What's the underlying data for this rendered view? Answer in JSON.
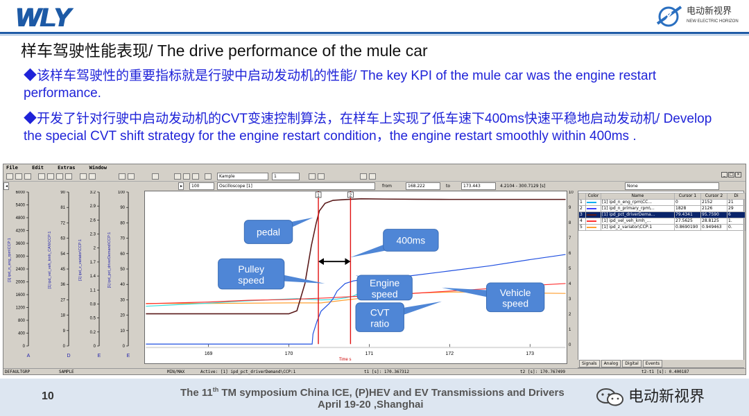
{
  "header": {
    "logo": "WLY",
    "partner_name": "电动新视界",
    "partner_sub": "NEW ELECTRIC HORIZON"
  },
  "slide": {
    "title": "样车驾驶性能表现/ The drive performance of the mule car",
    "bullet1": "◆该样车驾驶性的重要指标就是行驶中启动发动机的性能/ The key KPI of the mule car was the engine restart performance.",
    "bullet2": "◆开发了针对行驶中启动发动机的CVT变速控制算法，在样车上实现了低车速下400ms快速平稳地启动发动机/ Develop the special CVT shift  strategy for the engine restart condition，the engine restart smoothly within 400ms ."
  },
  "app": {
    "menu": [
      "File",
      "Edit",
      "Extras",
      "Window"
    ],
    "sample_mode": "Kample",
    "sample_count": "1",
    "zoom_value": "100",
    "scope_name": "Oscilloscope [1]",
    "from_label": "from",
    "from_value": "168.222",
    "to_label": "to",
    "to_value": "173.443",
    "range_text": "4.2104 - 300.7129 [s]",
    "filter_value": "None",
    "signal_table": {
      "headers": [
        "",
        "Color",
        "Name",
        "Cursor 1",
        "Cursor 2",
        "Di"
      ],
      "rows": [
        {
          "idx": "1",
          "color": "#00b0f0",
          "name": "[1] ipd_n_eng_rpm\\CC...",
          "c1": "0",
          "c2": "2152",
          "d": "21"
        },
        {
          "idx": "2",
          "color": "#4040ff",
          "name": "[1] ipd_n_primary_rpm\\...",
          "c1": "1828",
          "c2": "2126",
          "d": "29"
        },
        {
          "idx": "3",
          "color": "#5a1a1a",
          "name": "[1] ipd_pct_driverDema...",
          "c1": "79.4341",
          "c2": "95.7590",
          "d": "6"
        },
        {
          "idx": "4",
          "color": "#ff3030",
          "name": "[1] ipd_vel_veh_kmh_...",
          "c1": "27.5625",
          "c2": "28.8125",
          "d": "1."
        },
        {
          "idx": "5",
          "color": "#ff9f30",
          "name": "[1] ipd_z_variator\\CCP:1",
          "c1": "0.8690190",
          "c2": "0.949463",
          "d": "0."
        }
      ]
    },
    "tabs": [
      "Signals",
      "Analog",
      "Digital",
      "Events"
    ],
    "status": {
      "group": "DEFAULTGRP",
      "mode": "SAMPLE",
      "minmax": "MIN/MAX",
      "active": "Active: [1] ipd_pct_driverDemand\\CCP:1",
      "t1": "t1 [s]: 170.367312",
      "t2": "t2 [s]: 170.767499",
      "dt": "t2-t1 [s]: 0.400187"
    }
  },
  "chart_data": {
    "type": "line",
    "title": "",
    "xlabel": "Time s",
    "x_range": [
      168.222,
      173.443
    ],
    "x_ticks": [
      169,
      170,
      171,
      172,
      173
    ],
    "cursors": [
      {
        "label": "1",
        "x": 170.367
      },
      {
        "label": "2",
        "x": 170.767
      }
    ],
    "y_axes": [
      {
        "letter": "A",
        "label": "[1] ipd_n_eng_rpm\\CCP:1",
        "ticks": [
          0,
          200,
          400,
          600,
          800,
          1000,
          1200,
          1400,
          1600,
          1800,
          2000,
          2200,
          2400,
          2600,
          2800,
          3000,
          3200,
          3400,
          3600,
          3800,
          4000,
          4200,
          4400,
          4600,
          4800,
          5000,
          5200,
          5400,
          5600,
          5800,
          6000
        ],
        "tick_labels": [
          "0",
          "400",
          "800",
          "1200",
          "1600",
          "2000",
          "2400",
          "3000",
          "3600",
          "4200",
          "4800",
          "5400",
          "6000"
        ],
        "range": [
          0,
          6000
        ]
      },
      {
        "letter": "D",
        "label": "[1] ipd_vel_veh_kmh_CAN\\CCP:1",
        "tick_labels": [
          "0",
          "9",
          "18",
          "27",
          "36",
          "45",
          "54",
          "63",
          "72",
          "81",
          "90"
        ],
        "range": [
          0,
          90
        ]
      },
      {
        "letter": "E",
        "label": "[1] ipd_z_variator\\CCP:1",
        "tick_labels": [
          "0",
          "0.2",
          "0.5",
          "0.8",
          "1.1",
          "1.4",
          "1.7",
          "2",
          "2.3",
          "2.6",
          "2.9",
          "3.2"
        ],
        "range": [
          0,
          3.2
        ]
      },
      {
        "letter": "E",
        "label": "[1] ipd_pct_driverDemand\\CCP:1",
        "tick_labels": [
          "0",
          "10",
          "20",
          "30",
          "40",
          "50",
          "60",
          "70",
          "80",
          "90",
          "100"
        ],
        "range": [
          0,
          100
        ]
      }
    ],
    "right_axis_ticks": [
      "0",
      "1",
      "2",
      "3",
      "4",
      "5",
      "6",
      "7",
      "8",
      "9",
      "10"
    ],
    "y_tick_positions": [
      "0",
      "200",
      "400",
      "600",
      "800",
      "1000",
      "1200",
      "1400",
      "1600",
      "1800",
      "2000",
      "2200",
      "2400",
      "2600",
      "2800",
      "3000",
      "3200",
      "3400",
      "3600",
      "3800",
      "4000",
      "4200",
      "4400",
      "4600",
      "4800",
      "5000",
      "5200",
      "5400",
      "5600",
      "5800",
      "6000"
    ],
    "series": [
      {
        "name": "pedal",
        "color": "#5a1a1a",
        "x": [
          168.222,
          170.0,
          170.1,
          170.2,
          170.28,
          170.34,
          170.38,
          170.45,
          170.55,
          170.7,
          170.9,
          171.2,
          171.6,
          172.0,
          172.5,
          173.0,
          173.443
        ],
        "values": [
          20,
          20,
          22,
          40,
          65,
          80,
          88,
          93,
          95,
          95.5,
          96,
          95.8,
          95.7,
          95.6,
          95.6,
          95.6,
          95.6
        ]
      },
      {
        "name": "Pulley speed",
        "color": "#33dddd",
        "x": [
          168.222,
          168.6,
          169.0,
          169.4,
          169.8,
          170.1,
          170.3,
          170.4,
          170.5,
          170.6,
          170.7,
          170.8,
          170.9,
          171.0
        ],
        "values": [
          1500,
          1560,
          1620,
          1700,
          1760,
          1800,
          1770,
          1750,
          1760,
          1780,
          1830,
          1900,
          2050,
          2200
        ]
      },
      {
        "name": "Engine speed",
        "color": "#1f4fe0",
        "x": [
          168.222,
          170.29,
          170.3,
          170.35,
          170.4,
          170.5,
          170.55,
          170.6,
          170.7,
          170.8,
          171.0,
          171.5,
          172.0,
          172.5,
          173.0,
          173.443
        ],
        "values": [
          0,
          0,
          400,
          900,
          1300,
          1600,
          1800,
          2100,
          2400,
          2500,
          2600,
          2700,
          2900,
          3100,
          3350,
          3550
        ]
      },
      {
        "name": "Vehicle speed",
        "color": "#ff3030",
        "x": [
          168.222,
          169.0,
          169.5,
          170.0,
          170.5,
          171.0,
          171.5,
          172.0,
          172.5,
          173.0,
          173.443
        ],
        "values": [
          24,
          25,
          26,
          26.5,
          27.5,
          28.8,
          30,
          31.5,
          33,
          34.8,
          36
        ]
      },
      {
        "name": "CVT ratio",
        "color": "#ff9f30",
        "x": [
          168.222,
          169.0,
          170.0,
          170.4,
          170.8,
          171.2,
          171.6,
          172.0,
          172.5,
          173.0,
          173.443
        ],
        "values": [
          0.86,
          0.86,
          0.87,
          0.87,
          0.95,
          1.02,
          1.08,
          1.1,
          1.1,
          1.08,
          1.07
        ]
      }
    ],
    "annotations": [
      {
        "id": "pedal",
        "text": "pedal"
      },
      {
        "id": "400ms",
        "text": "400ms"
      },
      {
        "id": "pulley",
        "text": "Pulley speed"
      },
      {
        "id": "engine",
        "text": "Engine speed"
      },
      {
        "id": "vehicle",
        "text": "Vehicle speed"
      },
      {
        "id": "cvt",
        "text": "CVT ratio"
      }
    ]
  },
  "footer": {
    "page": "10",
    "line1_pre": "The 11",
    "line1_sup": "th",
    "line1_post": " TM symposium China ICE, (P)HEV and EV Transmissions and Drivers",
    "line2": "April 19-20 ,Shanghai",
    "wechat_name": "电动新视界"
  }
}
